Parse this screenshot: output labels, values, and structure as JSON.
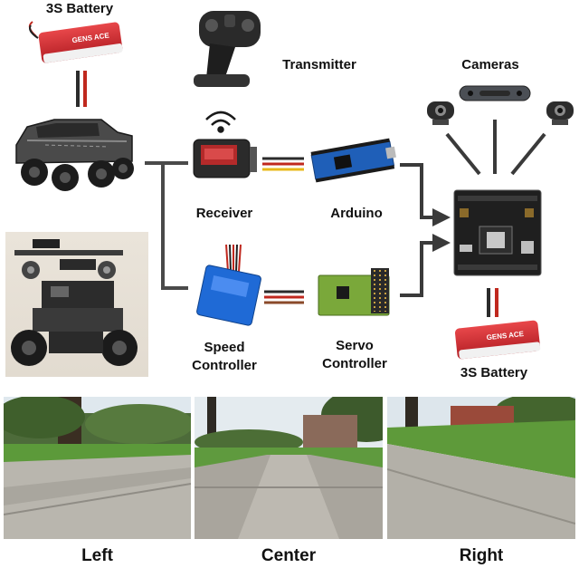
{
  "diagram": {
    "battery_top_label": "3S Battery",
    "transmitter_label": "Transmitter",
    "cameras_label": "Cameras",
    "receiver_label": "Receiver",
    "arduino_label": "Arduino",
    "speed_controller_label_line1": "Speed",
    "speed_controller_label_line2": "Controller",
    "servo_controller_label_line1": "Servo",
    "servo_controller_label_line2": "Controller",
    "battery_bottom_label": "3S Battery",
    "battery_brand_text": "GENS ACE"
  },
  "camera_views": [
    {
      "caption": "Left"
    },
    {
      "caption": "Center"
    },
    {
      "caption": "Right"
    }
  ],
  "colors": {
    "wire_red": "#c0281e",
    "wire_yellow": "#e8b81a",
    "wire_dark": "#2b2b2b",
    "arduino_blue": "#1f5fb8",
    "esc_blue": "#1f6ad6",
    "servo_green": "#7aa83a",
    "battery_red": "#d2262c"
  }
}
